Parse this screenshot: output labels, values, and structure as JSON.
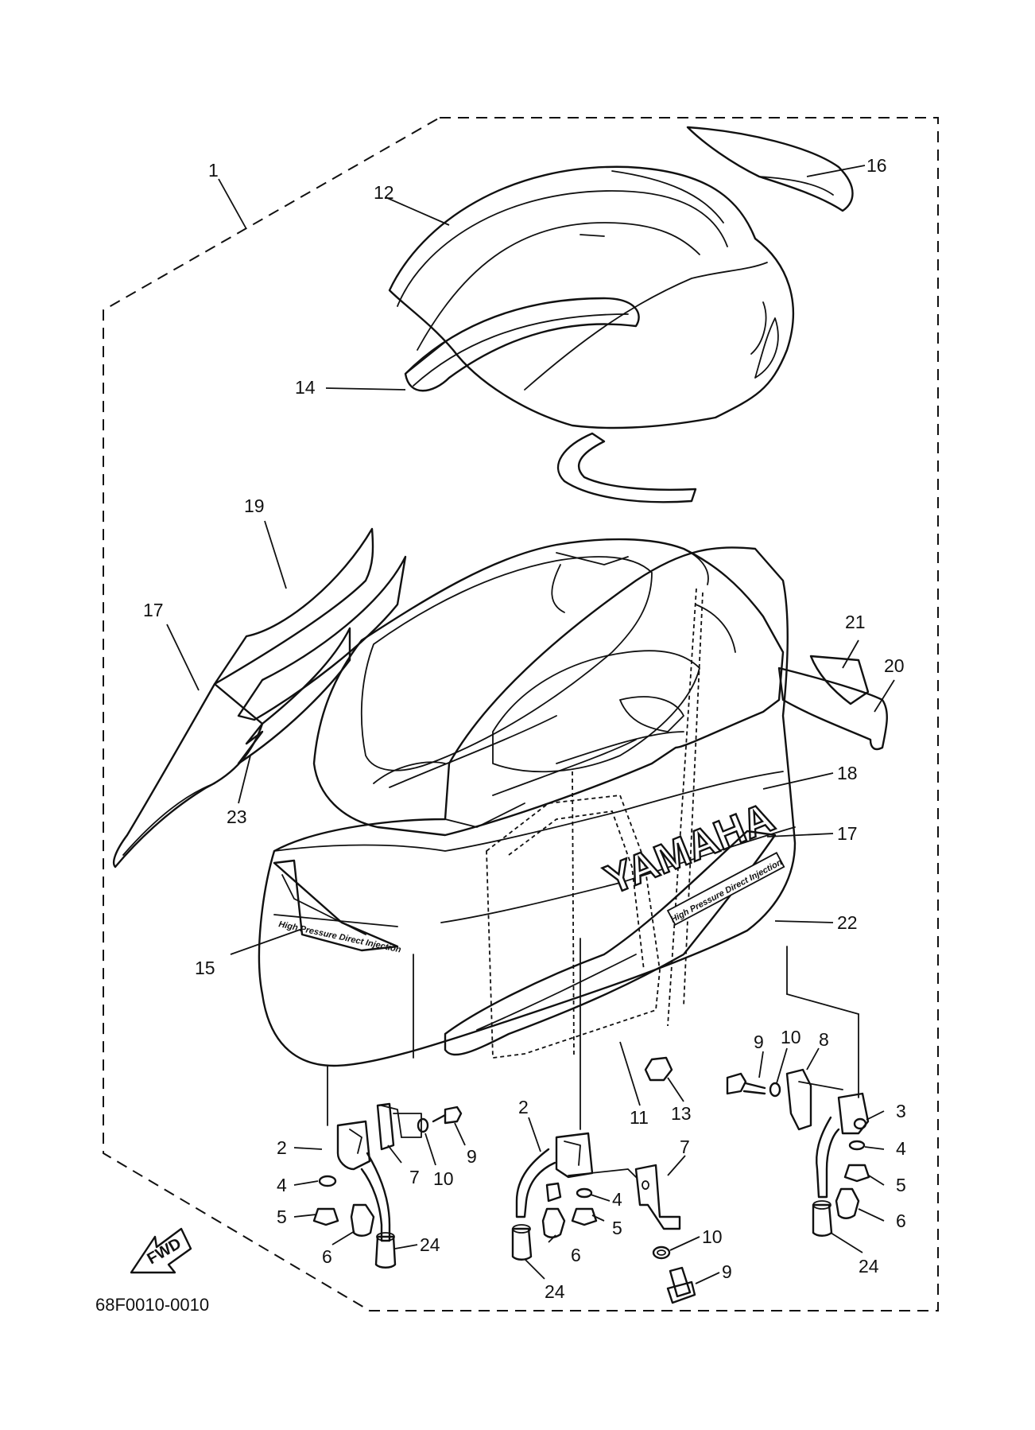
{
  "diagram": {
    "drawing_code": "68F0010-0010",
    "direction_label": "FWD",
    "brand_text": "YAMAHA",
    "decal_text": "High Pressure Direct Injection",
    "callouts": [
      "1",
      "2",
      "3",
      "4",
      "5",
      "6",
      "7",
      "8",
      "9",
      "10",
      "11",
      "12",
      "13",
      "14",
      "15",
      "16",
      "17",
      "18",
      "19",
      "20",
      "21",
      "22",
      "23",
      "24"
    ]
  }
}
